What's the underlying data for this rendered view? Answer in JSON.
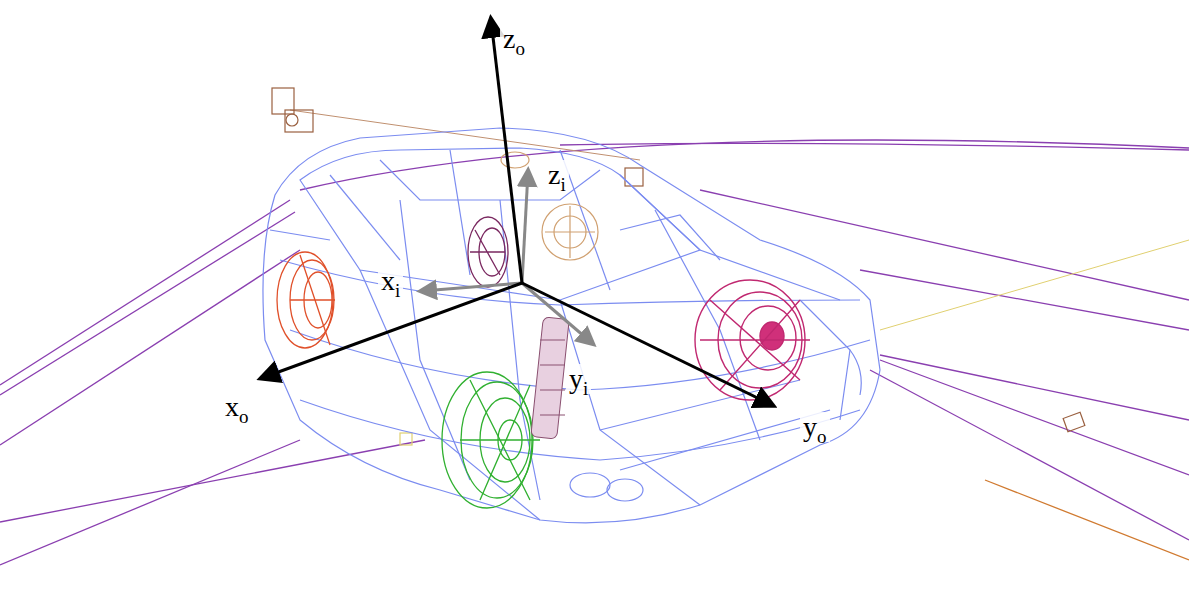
{
  "diagram": {
    "labels": [
      "zo",
      "zi",
      "xi",
      "xo",
      "yi",
      "yo"
    ]
  }
}
